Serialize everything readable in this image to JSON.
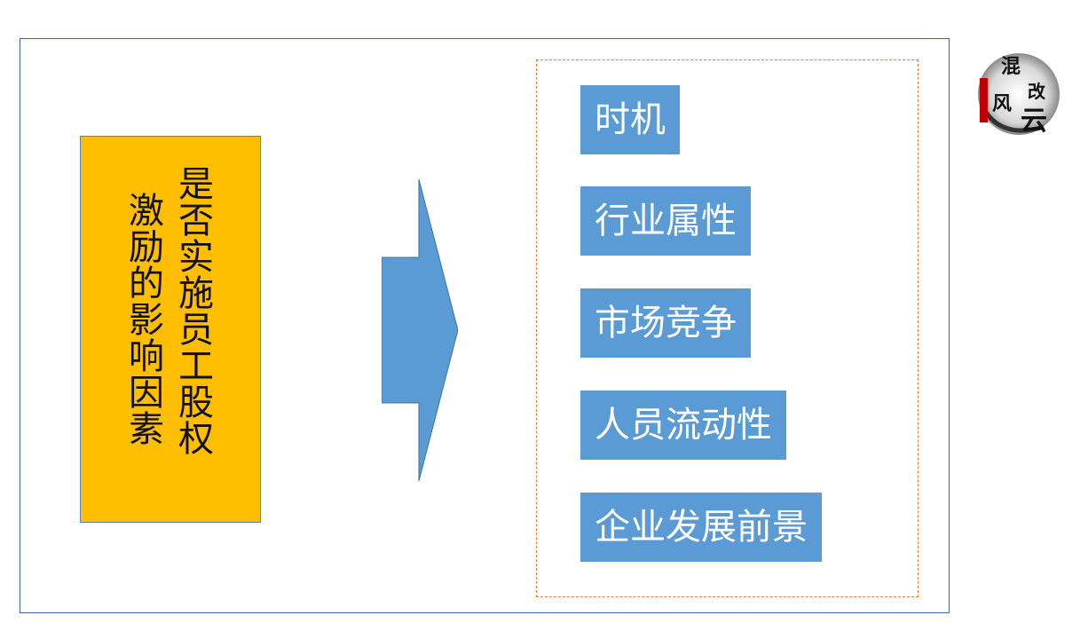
{
  "diagram": {
    "factor_title_col1": [
      "是",
      "否",
      "实",
      "施",
      "员",
      "工",
      "股",
      "权"
    ],
    "factor_title_col2": [
      "激",
      "励",
      "的",
      "影",
      "响",
      "因",
      "素"
    ],
    "factors": [
      {
        "label": "时机"
      },
      {
        "label": "行业属性"
      },
      {
        "label": "市场竞争"
      },
      {
        "label": "人员流动性"
      },
      {
        "label": "企业发展前景"
      }
    ]
  },
  "logo": {
    "text": "混改风云"
  },
  "colors": {
    "frame_border": "#41679a",
    "factor_box_fill": "#ffbf00",
    "arrow_fill": "#5b9bd5",
    "tag_fill": "#5b9bd5",
    "dashed_border": "#ed7d31"
  }
}
